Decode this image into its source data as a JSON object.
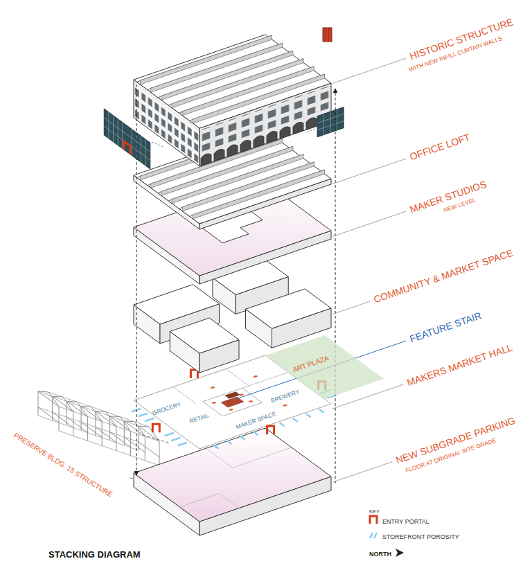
{
  "diagram": {
    "title": "STACKING DIAGRAM",
    "nodes": [
      {
        "text": [
          "ART PLAZA"
        ]
      }
    ],
    "labels": [
      "HISTORIC STRUCTURE",
      "WITH NEW INFILL CURTAIN WALLS",
      "OFFICE LOFT",
      "MAKER STUDIOS",
      "NEW LEVEL",
      "COMMUNITY & MARKET SPACE",
      "FEATURE STAIR",
      "MAKERS MARKET HALL",
      "NEW SUBGRADE PARKING",
      "FLOOR AT ORIGINAL SITE GRADE",
      "GROCERY",
      "RETAIL",
      "MAKER SPACE",
      "BREWERY",
      "PRESERVE BLDG. 15 STRUCTURE",
      "KEY",
      "NORTH"
    ],
    "legend": [
      {
        "text": "ENTRY PORTAL"
      },
      {
        "text": "STOREFRONT POROSITY"
      }
    ]
  }
}
